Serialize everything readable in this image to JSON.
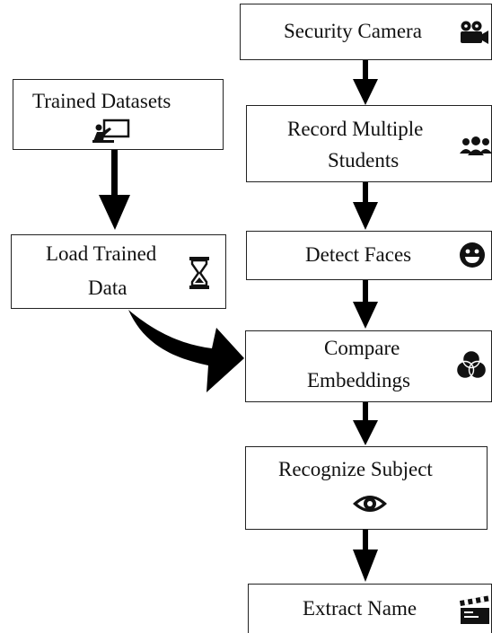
{
  "nodes": {
    "security_camera": {
      "label": "Security Camera",
      "icon": "video-camera-icon"
    },
    "trained_datasets": {
      "label": "Trained Datasets",
      "icon": "presentation-board-icon"
    },
    "record_students": {
      "line1": "Record Multiple",
      "line2": "Students",
      "icon": "users-group-icon"
    },
    "load_trained": {
      "line1": "Load Trained",
      "line2": "Data",
      "icon": "hourglass-icon"
    },
    "detect_faces": {
      "label": "Detect Faces",
      "icon": "smiley-face-icon"
    },
    "compare_embeddings": {
      "line1": "Compare",
      "line2": "Embeddings",
      "icon": "venn-circles-icon"
    },
    "recognize_subject": {
      "label": "Recognize Subject",
      "icon": "eye-icon"
    },
    "extract_name": {
      "label": "Extract Name",
      "icon": "clapperboard-icon"
    }
  },
  "colors": {
    "stroke": "#222222",
    "arrow": "#000000",
    "text": "#111111"
  }
}
